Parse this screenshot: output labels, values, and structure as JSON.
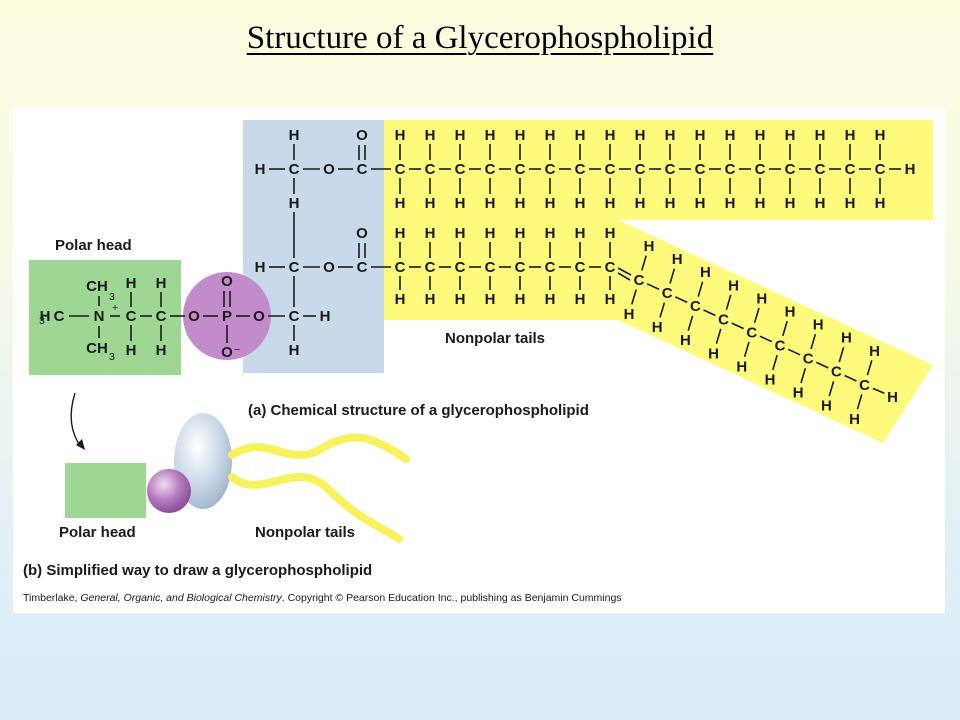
{
  "title": "Structure of a Glycerophospholipid",
  "labels": {
    "polar_head_top": "Polar head",
    "nonpolar_tails_top": "Nonpolar tails",
    "caption_a": "(a) Chemical structure of a glycerophospholipid",
    "polar_head_bottom": "Polar head",
    "nonpolar_tails_bottom": "Nonpolar tails",
    "caption_b": "(b) Simplified way to draw a glycerophospholipid"
  },
  "credit": {
    "author": "Timberlake, ",
    "book": "General, Organic, and Biological Chemistry",
    "rest": ". Copyright © Pearson Education Inc., publishing as Benjamin Cummings"
  },
  "colors": {
    "head_green": "#9ed694",
    "phosphate_purple": "#c18cc9",
    "glycerol_blue": "#c8d9ea",
    "tail_yellow": "#fdfa7c"
  }
}
